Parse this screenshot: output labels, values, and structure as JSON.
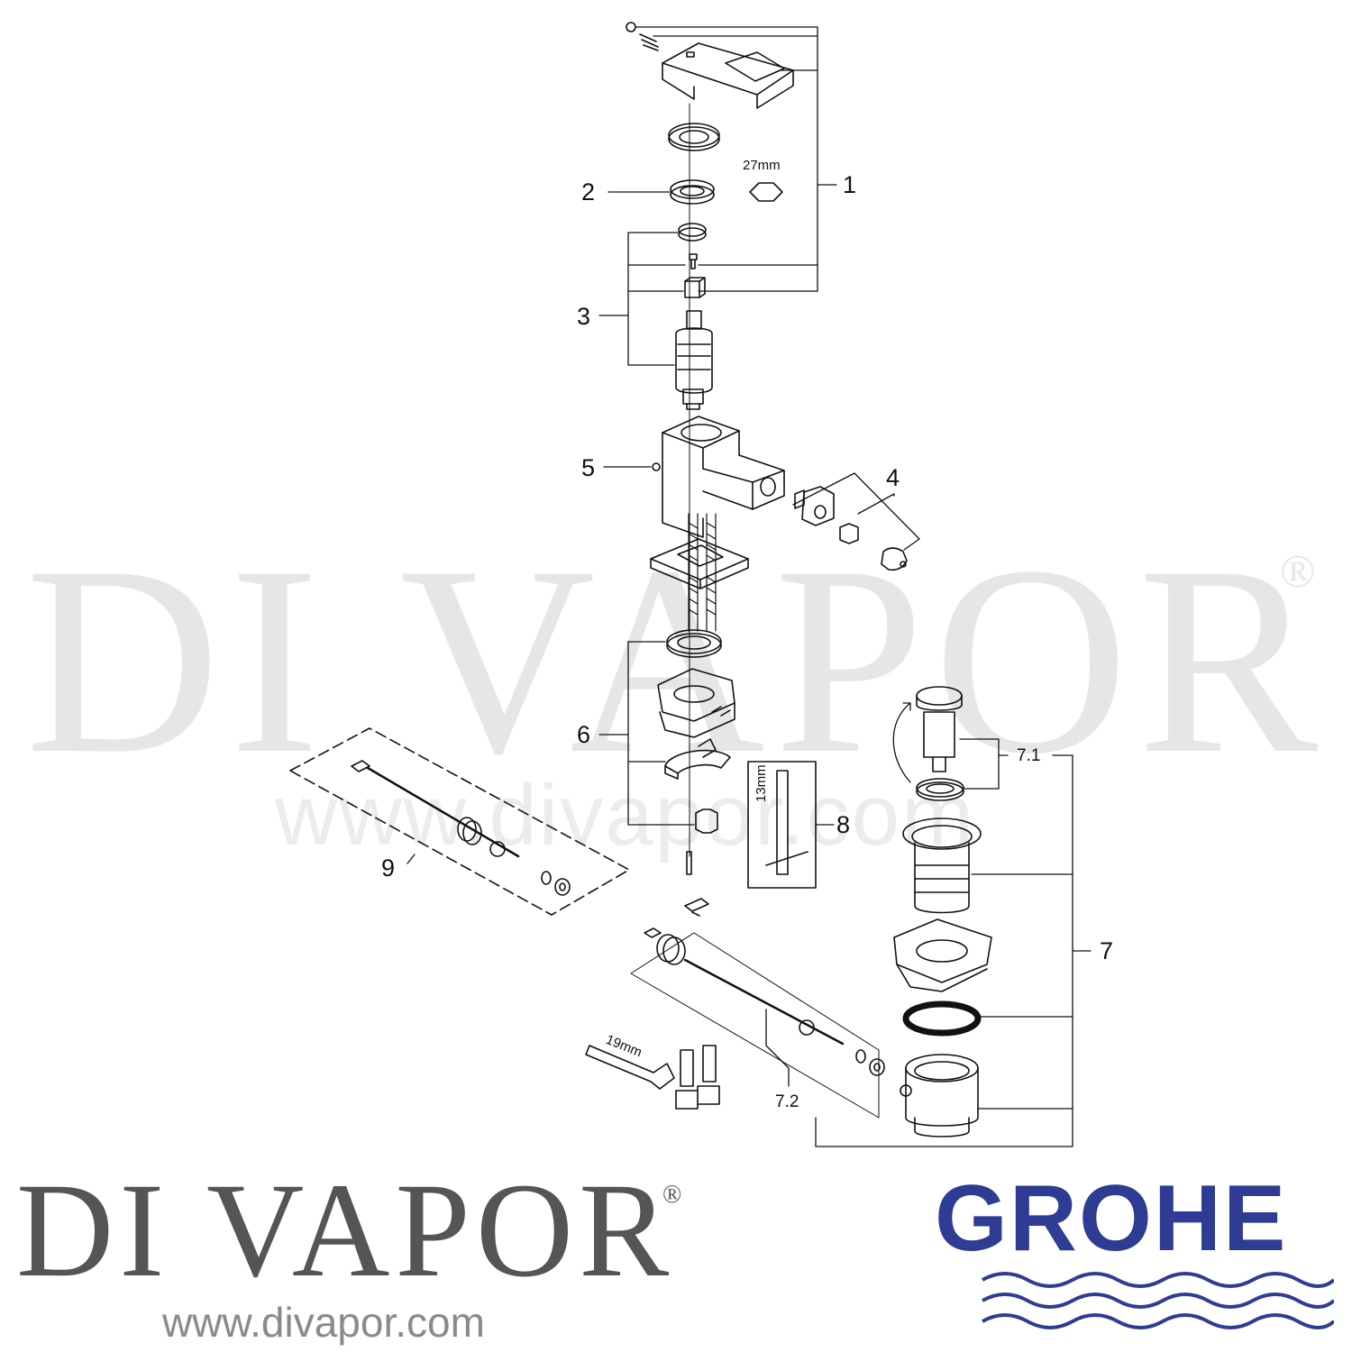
{
  "watermark": {
    "big_text": "DI VAPOR",
    "registered": "®",
    "url": "www.divapor.com"
  },
  "callouts": {
    "c1": "1",
    "c2": "2",
    "c3": "3",
    "c4": "4",
    "c5": "5",
    "c6": "6",
    "c7": "7",
    "c7_1": "7.1",
    "c7_2": "7.2",
    "c8": "8",
    "c9": "9"
  },
  "dimensions": {
    "nut": "27mm",
    "key": "13mm",
    "wrench": "19mm"
  },
  "branding": {
    "left_logo": "DI VAPOR",
    "left_registered": "®",
    "left_url": "www.divapor.com",
    "right_logo": "GROHE",
    "right_logo_color": "#2f3c93"
  }
}
